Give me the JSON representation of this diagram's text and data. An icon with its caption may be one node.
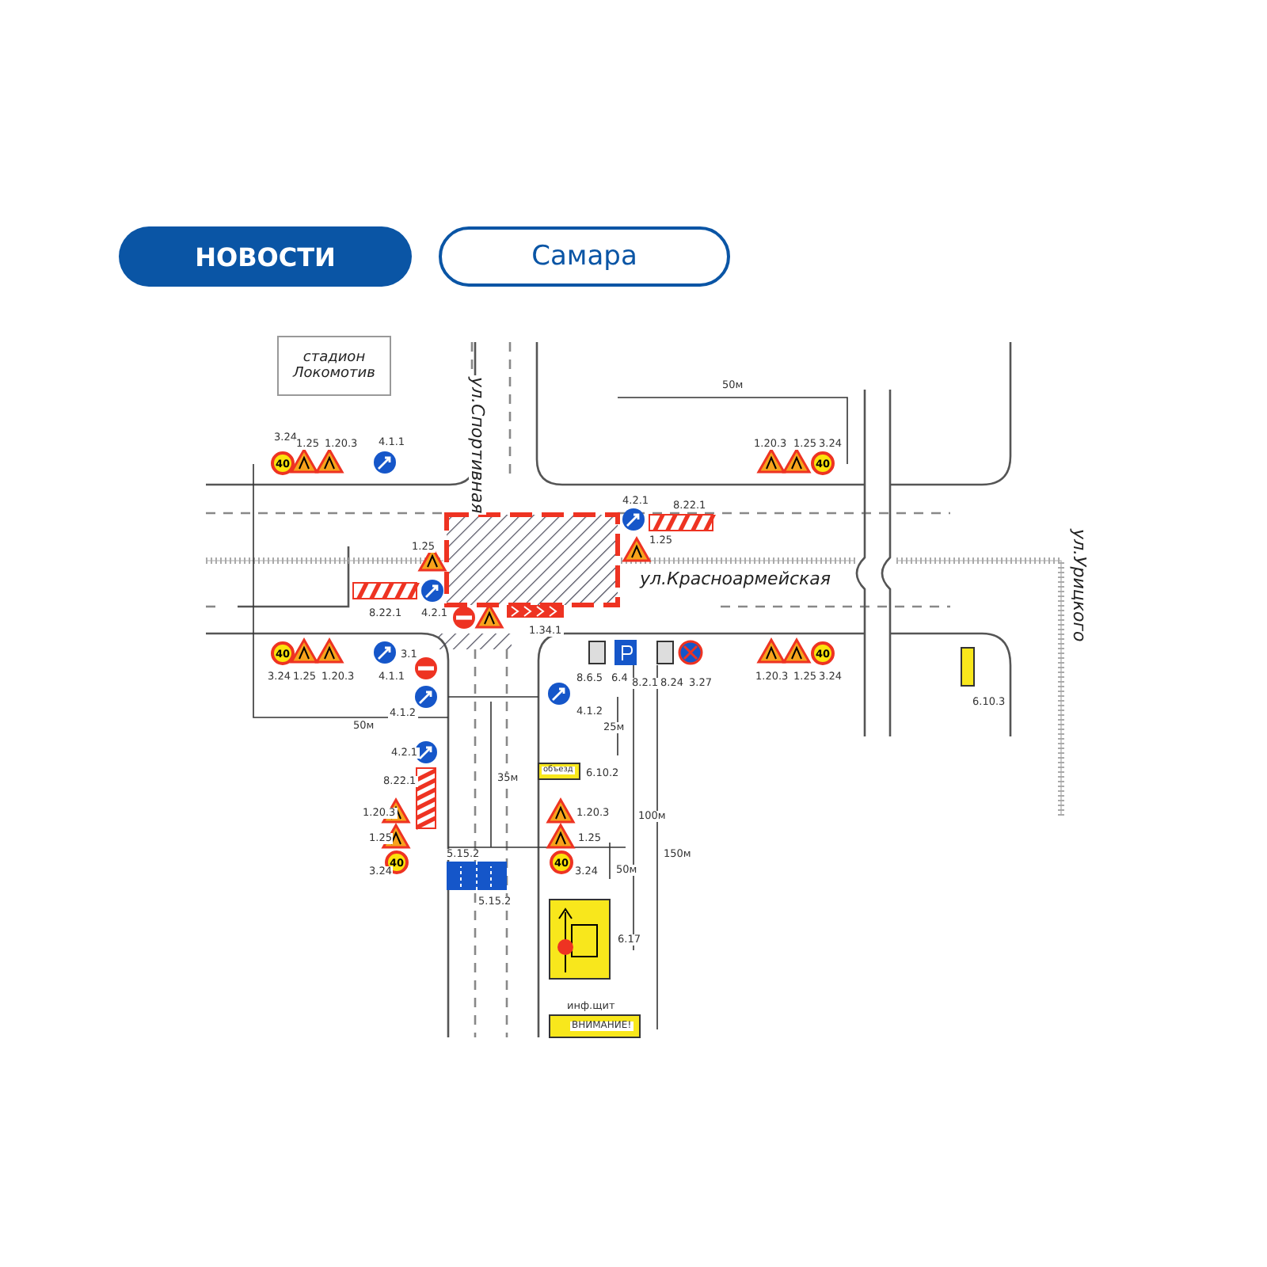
{
  "diagram": {
    "nodes": [
      {
        "text": [
          "НОВОСТИ"
        ]
      },
      {
        "text": [
          "Самара"
        ]
      },
      {
        "text": [
          "стадион Локомотив"
        ]
      },
      {
        "text": [
          "40"
        ]
      },
      {
        "text": [
          "40"
        ]
      },
      {
        "text": [
          "40"
        ]
      },
      {
        "text": [
          "40"
        ]
      },
      {
        "text": [
          "40"
        ]
      },
      {
        "text": [
          "40"
        ]
      }
    ],
    "labels": [
      "ул.Спортивная",
      "ул.Красноармейская",
      "ул.Урицкого",
      "3.24",
      "1.25",
      "1.20.3",
      "4.1.1",
      "50м",
      "1.20.3",
      "1.25",
      "3.24",
      "4.2.1",
      "8.22.1",
      "1.25",
      "8.22.1",
      "4.2.1",
      "1.25",
      "1.34.1",
      "3.24",
      "1.25",
      "1.20.3",
      "4.1.1",
      "3.1",
      "4.1.2",
      "50м",
      "8.6.5",
      "6.4",
      "8.2.1",
      "8.24",
      "3.27",
      "1.20.3",
      "1.25",
      "3.24",
      "6.10.3",
      "4.1.2",
      "объезд",
      "6.10.2",
      "25м",
      "4.2.1",
      "8.22.1",
      "35м",
      "1.20.3",
      "1.25",
      "3.24",
      "1.20.3",
      "1.25",
      "3.24",
      "50м",
      "5.15.2",
      "5.15.2",
      "100м",
      "150м",
      "6.17",
      "инф.щит",
      "ВНИМАНИЕ!"
    ]
  }
}
